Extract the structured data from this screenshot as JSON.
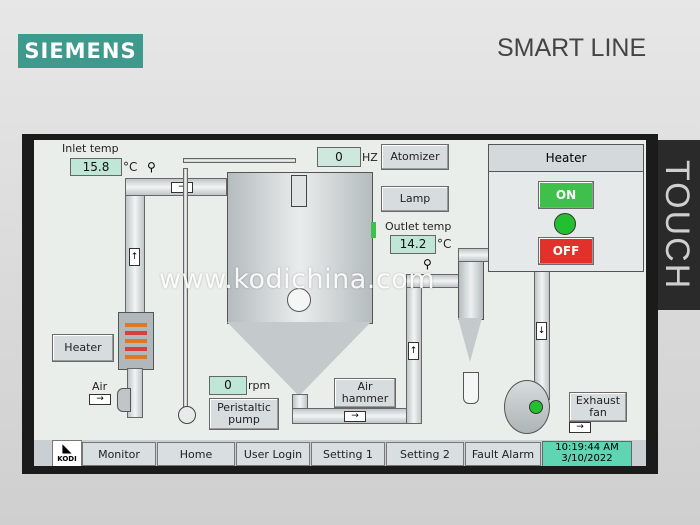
{
  "device": {
    "brand": "SIEMENS",
    "model": "SMART LINE",
    "side_label": "TOUCH"
  },
  "watermark": "www.kodichina.com",
  "process": {
    "inlet_temp_label": "Inlet temp",
    "inlet_temp_value": "15.8",
    "inlet_temp_unit": "°C",
    "outlet_temp_label": "Outlet temp",
    "outlet_temp_value": "14.2",
    "outlet_temp_unit": "°C",
    "atomizer_hz_value": "0",
    "atomizer_hz_unit": "HZ",
    "pump_rpm_value": "0",
    "pump_rpm_unit": "rpm"
  },
  "buttons": {
    "atomizer": "Atomizer",
    "lamp": "Lamp",
    "heater": "Heater",
    "air_hammer": "Air hammer",
    "peristaltic_pump": "Peristaltic pump",
    "exhaust_fan": "Exhaust fan"
  },
  "labels": {
    "air": "Air"
  },
  "heater_panel": {
    "title": "Heater",
    "on_label": "ON",
    "off_label": "OFF",
    "status_color": "#22c030"
  },
  "nav": {
    "logo": "KODI",
    "items": [
      "Monitor",
      "Home",
      "User Login",
      "Setting 1",
      "Setting 2",
      "Fault Alarm"
    ],
    "time": "10:19:44 AM",
    "date": "3/10/2022"
  },
  "colors": {
    "value_bg": "#bfe6d6",
    "on_green": "#3fc04a",
    "off_red": "#e0312a",
    "screen_bg": "#eaeeea"
  }
}
